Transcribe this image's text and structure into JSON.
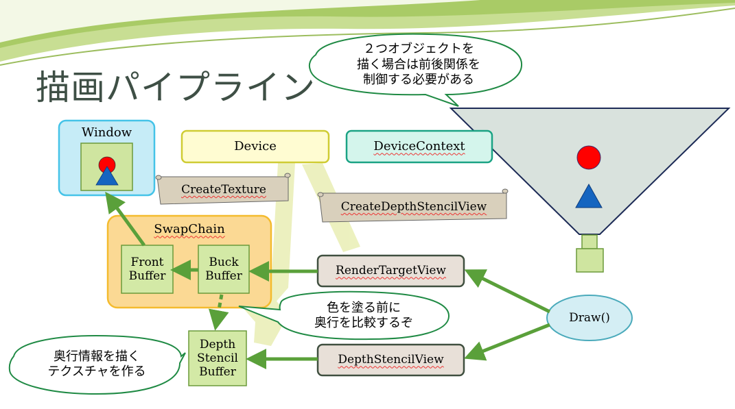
{
  "slide": {
    "title": "描画パイプライン",
    "callouts": {
      "top": "２つオブジェクトを\n描く場合は前後関係を\n制御する必要がある",
      "middle": "色を塗る前に\n奥行を比較するぞ",
      "left": "奥行情報を描く\nテクスチャを作る"
    }
  },
  "diagram": {
    "window": "Window",
    "device": "Device",
    "device_context": "DeviceContext",
    "create_texture": "CreateTexture",
    "create_depth_stencil_view": "CreateDepthStencilView",
    "swap_chain": "SwapChain",
    "front_buffer": "Front\nBuffer",
    "back_buffer": "Buck\nBuffer",
    "render_target_view": "RenderTargetView",
    "depth_stencil_view": "DepthStencilView",
    "depth_stencil_buffer": "Depth\nStencil\nBuffer",
    "draw": "Draw()"
  },
  "colors": {
    "title": "#3e4f45",
    "arrow_green": "#5aa03a",
    "window_fill": "#c6ecf7",
    "window_border": "#45c3e8",
    "device_fill": "#fffcd2",
    "device_border": "#cfcc33",
    "context_fill": "#d4f5ec",
    "context_border": "#1aa384",
    "swapchain_fill": "#fbd994",
    "swapchain_border": "#f4bb2e",
    "buffer_fill": "#d3e9a6",
    "buffer_border": "#6b9a3a",
    "view_fill": "#e8e0d8",
    "view_border": "#3f4f3f",
    "scroll_fill": "#d9d0bc",
    "draw_fill": "#d4eef4",
    "draw_border": "#4aaabb",
    "funnel_fill": "#d9e2dd",
    "funnel_border": "#1c2a56",
    "red_circle": "#ff0000",
    "blue_triangle": "#1565c0"
  }
}
